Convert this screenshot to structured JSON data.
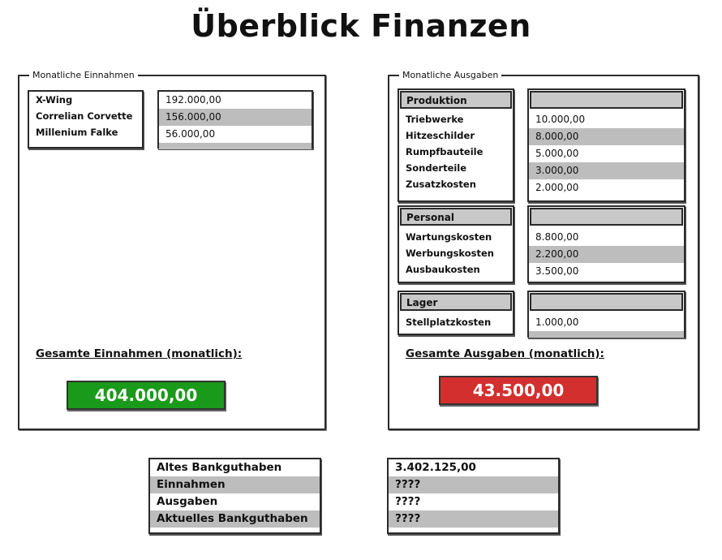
{
  "page_title": "Überblick Finanzen",
  "income": {
    "legend": "Monatliche Einnahmen",
    "items": [
      {
        "name": "X-Wing",
        "value": "192.000,00"
      },
      {
        "name": "Correlian Corvette",
        "value": "156.000,00"
      },
      {
        "name": "Millenium Falke",
        "value": "56.000,00"
      }
    ],
    "total_label": "Gesamte Einnahmen (monatlich):",
    "total_value": "404.000,00",
    "total_color": "#1a9a1a"
  },
  "expenses": {
    "legend": "Monatliche Ausgaben",
    "groups": [
      {
        "header": "Produktion",
        "items": [
          {
            "name": "Triebwerke",
            "value": "10.000,00"
          },
          {
            "name": "Hitzeschilder",
            "value": "8.000,00"
          },
          {
            "name": "Rumpfbauteile",
            "value": "5.000,00"
          },
          {
            "name": "Sonderteile",
            "value": "3.000,00"
          },
          {
            "name": "Zusatzkosten",
            "value": "2.000,00"
          }
        ]
      },
      {
        "header": "Personal",
        "items": [
          {
            "name": "Wartungskosten",
            "value": "8.800,00"
          },
          {
            "name": "Werbungskosten",
            "value": "2.200,00"
          },
          {
            "name": "Ausbaukosten",
            "value": "3.500,00"
          }
        ]
      },
      {
        "header": "Lager",
        "items": [
          {
            "name": "Stellplatzkosten",
            "value": "1.000,00"
          }
        ]
      }
    ],
    "total_label": "Gesamte Ausgaben (monatlich):",
    "total_value": "43.500,00",
    "total_color": "#d32f2f"
  },
  "bank": {
    "rows": [
      {
        "label": "Altes Bankguthaben",
        "value": "3.402.125,00"
      },
      {
        "label": "Einnahmen",
        "value": "????"
      },
      {
        "label": "Ausgaben",
        "value": "????"
      },
      {
        "label": "Aktuelles Bankguthaben",
        "value": "????"
      }
    ]
  }
}
